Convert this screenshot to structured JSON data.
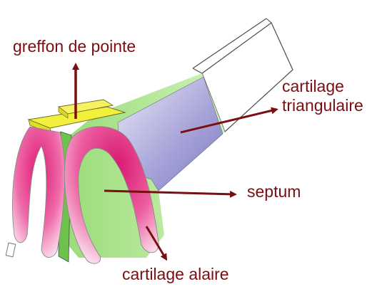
{
  "labels": {
    "tip_graft": "greffon de pointe",
    "triangular_line1": "cartilage",
    "triangular_line2": "triangulaire",
    "septum": "septum",
    "alar": "cartilage alaire"
  },
  "colors": {
    "label_text": "#7a0e10",
    "arrow": "#7a0e10",
    "graft": "#f3f03c",
    "septum": "#9ee07a",
    "triangular": "#8b88c9",
    "alar": "#e0287a",
    "outline": "#4a4a4a"
  }
}
